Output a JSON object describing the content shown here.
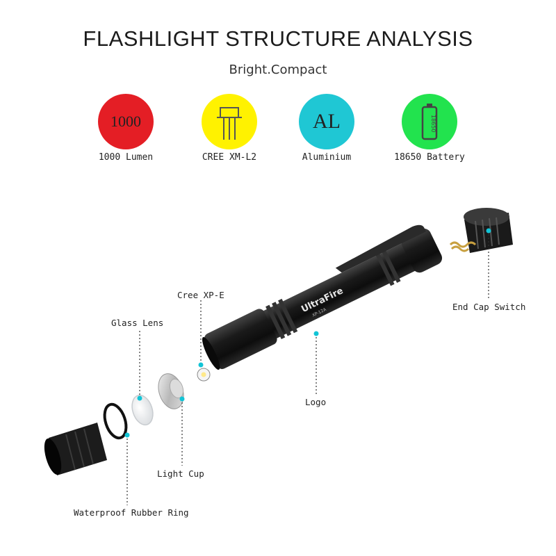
{
  "header": {
    "title": "FLASHLIGHT STRUCTURE ANALYSIS",
    "subtitle": "Bright.Compact"
  },
  "features": [
    {
      "icon": "lumen-badge-icon",
      "badge_text": "1000",
      "label": "1000 Lumen",
      "color": "#e41e25"
    },
    {
      "icon": "led-chip-icon",
      "badge_text": "",
      "label": "CREE XM-L2",
      "color": "#fff200"
    },
    {
      "icon": "aluminium-badge-icon",
      "badge_text": "AL",
      "label": "Aluminium",
      "color": "#1fc7d4"
    },
    {
      "icon": "battery-icon",
      "badge_text": "",
      "label": "18650 Battery",
      "color": "#22e34e"
    }
  ],
  "battery_print": "18650",
  "flashlight_logo": {
    "brand": "UltraFire",
    "model": "XP-12A"
  },
  "callouts": {
    "cree": "Cree XP-E",
    "end_cap": "End Cap Switch",
    "glass_lens": "Glass Lens",
    "logo": "Logo",
    "light_cup": "Light Cup",
    "rubber_ring": "Waterproof Rubber Ring"
  },
  "colors": {
    "callout_dot": "#12c4d6",
    "body": "#1c1c1c"
  }
}
